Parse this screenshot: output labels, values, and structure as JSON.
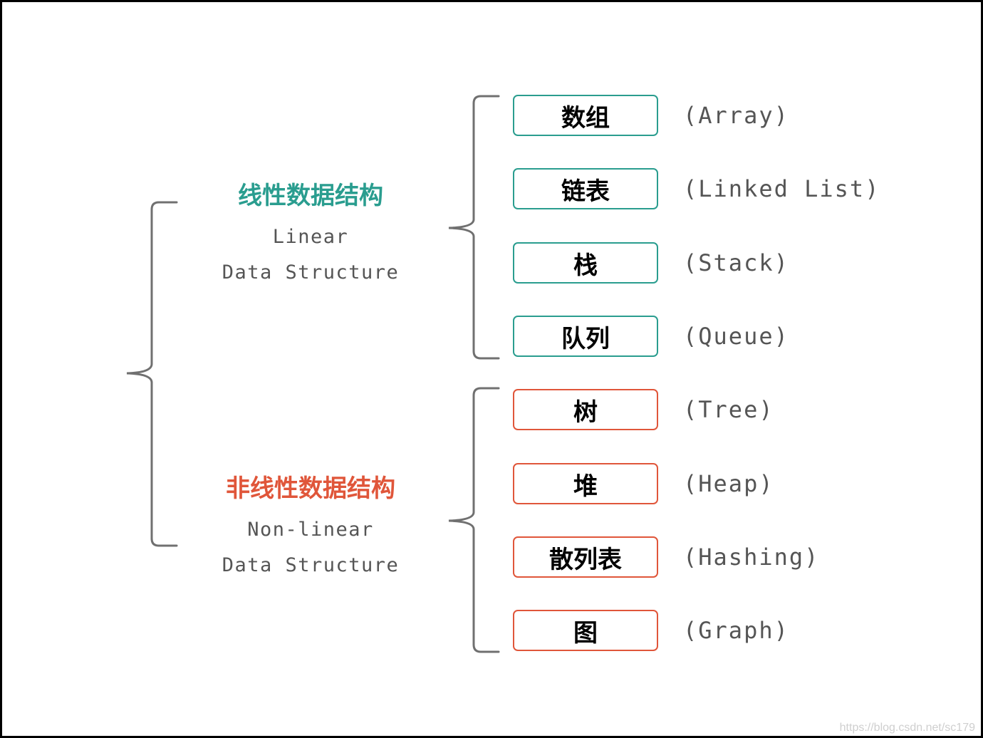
{
  "colors": {
    "linear": "#2a9d8f",
    "nonlinear": "#e0563a",
    "english_text": "#555555",
    "bracket": "#707070"
  },
  "linear": {
    "title": "线性数据结构",
    "subtitle_line1": "Linear",
    "subtitle_line2": "Data Structure",
    "items": [
      {
        "cn": "数组",
        "en": "(Array)"
      },
      {
        "cn": "链表",
        "en": "(Linked List)"
      },
      {
        "cn": "栈",
        "en": "(Stack)"
      },
      {
        "cn": "队列",
        "en": "(Queue)"
      }
    ]
  },
  "nonlinear": {
    "title": "非线性数据结构",
    "subtitle_line1": "Non-linear",
    "subtitle_line2": "Data Structure",
    "items": [
      {
        "cn": "树",
        "en": "(Tree)"
      },
      {
        "cn": "堆",
        "en": "(Heap)"
      },
      {
        "cn": "散列表",
        "en": "(Hashing)"
      },
      {
        "cn": "图",
        "en": "(Graph)"
      }
    ]
  },
  "watermark": "https://blog.csdn.net/sc179"
}
